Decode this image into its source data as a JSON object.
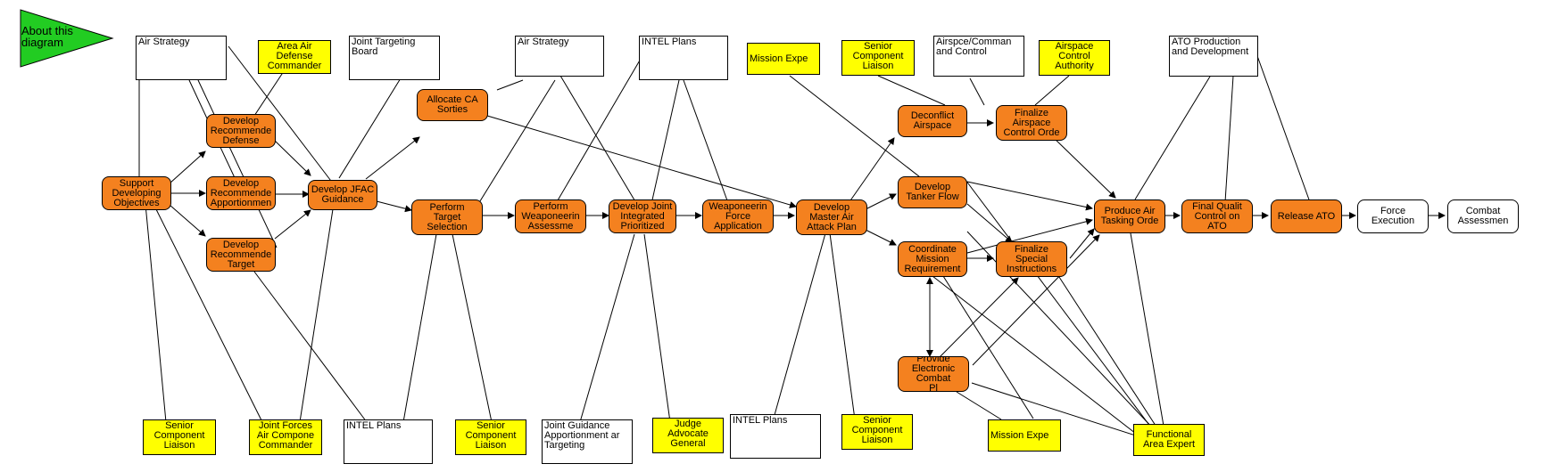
{
  "about": "About this\ndiagram",
  "refs": {
    "air_strategy_1": "Air Strategy",
    "area_air_defense": "Area Air\nDefense\nCommander",
    "joint_targeting_board": "Joint Targeting\nBoard",
    "air_strategy_2": "Air Strategy",
    "intel_plans_top": "INTEL Plans",
    "mission_expert_top": "Mission Expe",
    "senior_liaison_top": "Senior\nComponent\nLiaison",
    "airspace_command": "Airspce/Comman\nand Control",
    "airspace_authority": "Airspace\nControl\nAuthority",
    "ato_production": "ATO Production\nand Development",
    "senior_liaison_b1": "Senior\nComponent\nLiaison",
    "jfacc_commander": "Joint Forces\nAir Compone\nCommander",
    "intel_plans_b1": "INTEL Plans",
    "senior_liaison_b2": "Senior\nComponent\nLiaison",
    "joint_guidance": "Joint Guidance\nApportionment ar\nTargeting",
    "judge_advocate": "Judge\nAdvocate\nGeneral",
    "intel_plans_b2": "INTEL Plans",
    "senior_liaison_b3": "Senior\nComponent\nLiaison",
    "mission_expert_bottom": "Mission Expe",
    "functional_expert": "Functional\nArea Expert"
  },
  "processes": {
    "support_objectives": "Support\nDeveloping\nObjectives",
    "dev_defense": "Develop\nRecommende\nDefense",
    "dev_apportionment": "Develop\nRecommende\nApportionmen",
    "dev_target": "Develop\nRecommende\nTarget",
    "dev_jfacc": "Develop JFAC\nGuidance",
    "allocate_cas": "Allocate CA\nSorties",
    "perform_target": "Perform\nTarget\nSelection",
    "perform_weaponeering": "Perform\nWeaponeerin\nAssessme",
    "dev_joint_prioritized": "Develop Joint\nIntegrated\nPrioritized",
    "weaponeering_force": "Weaponeerin\nForce\nApplication",
    "dev_master_plan": "Develop\nMaster Air\nAttack Plan",
    "deconflict_airspace": "Deconflict\nAirspace",
    "finalize_airspace": "Finalize\nAirspace\nControl Orde",
    "dev_tanker": "Develop\nTanker Flow",
    "coordinate_mission": "Coordinate\nMission\nRequirement",
    "finalize_special": "Finalize\nSpecial\nInstructions",
    "provide_ew": "Provide\nElectronic\nCombat\nPl",
    "produce_ato": "Produce Air\nTasking Orde",
    "final_quality": "Final Qualit\nControl on\nATO",
    "release_ato": "Release ATO",
    "force_execution": "Force\nExecution",
    "combat_assessment": "Combat\nAssessmen"
  },
  "colors": {
    "process_fill": "#f4811f",
    "reference_fill": "#ffff00",
    "about_fill": "#22cc22",
    "line": "#000000"
  }
}
